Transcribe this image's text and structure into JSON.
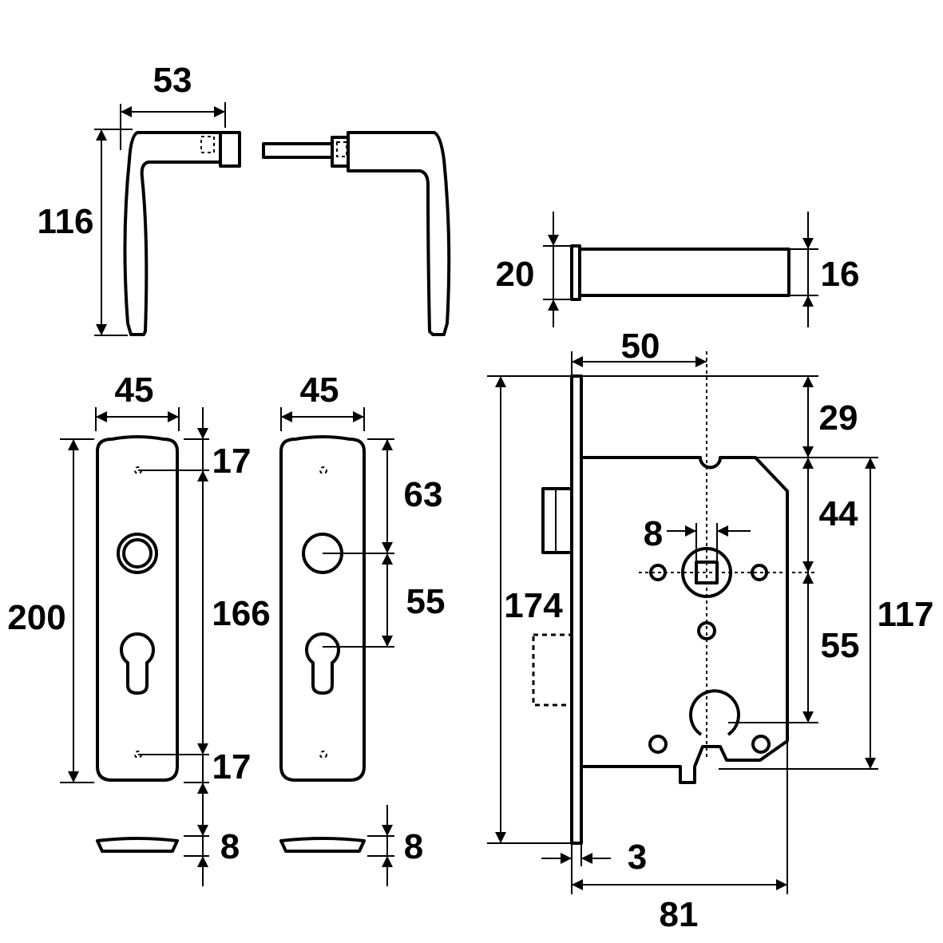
{
  "drawing": {
    "handle": {
      "width": "53",
      "height": "116"
    },
    "spindle": {
      "outer_diameter": "20",
      "inner_diameter": "16"
    },
    "escutcheon_left": {
      "width": "45",
      "height": "200",
      "top_screw": "17",
      "screw_span": "166",
      "bottom_screw": "17",
      "thickness": "8"
    },
    "escutcheon_right": {
      "width": "45",
      "spindle_from_top": "63",
      "centre_distance": "55",
      "thickness": "8"
    },
    "mortise_lock": {
      "backset": "50",
      "spindle_size": "8",
      "forend_length": "174",
      "top_to_case": "29",
      "case_top_to_spindle": "44",
      "centre_distance": "55",
      "case_height": "117",
      "forend_thickness": "3",
      "total_depth": "81"
    }
  }
}
